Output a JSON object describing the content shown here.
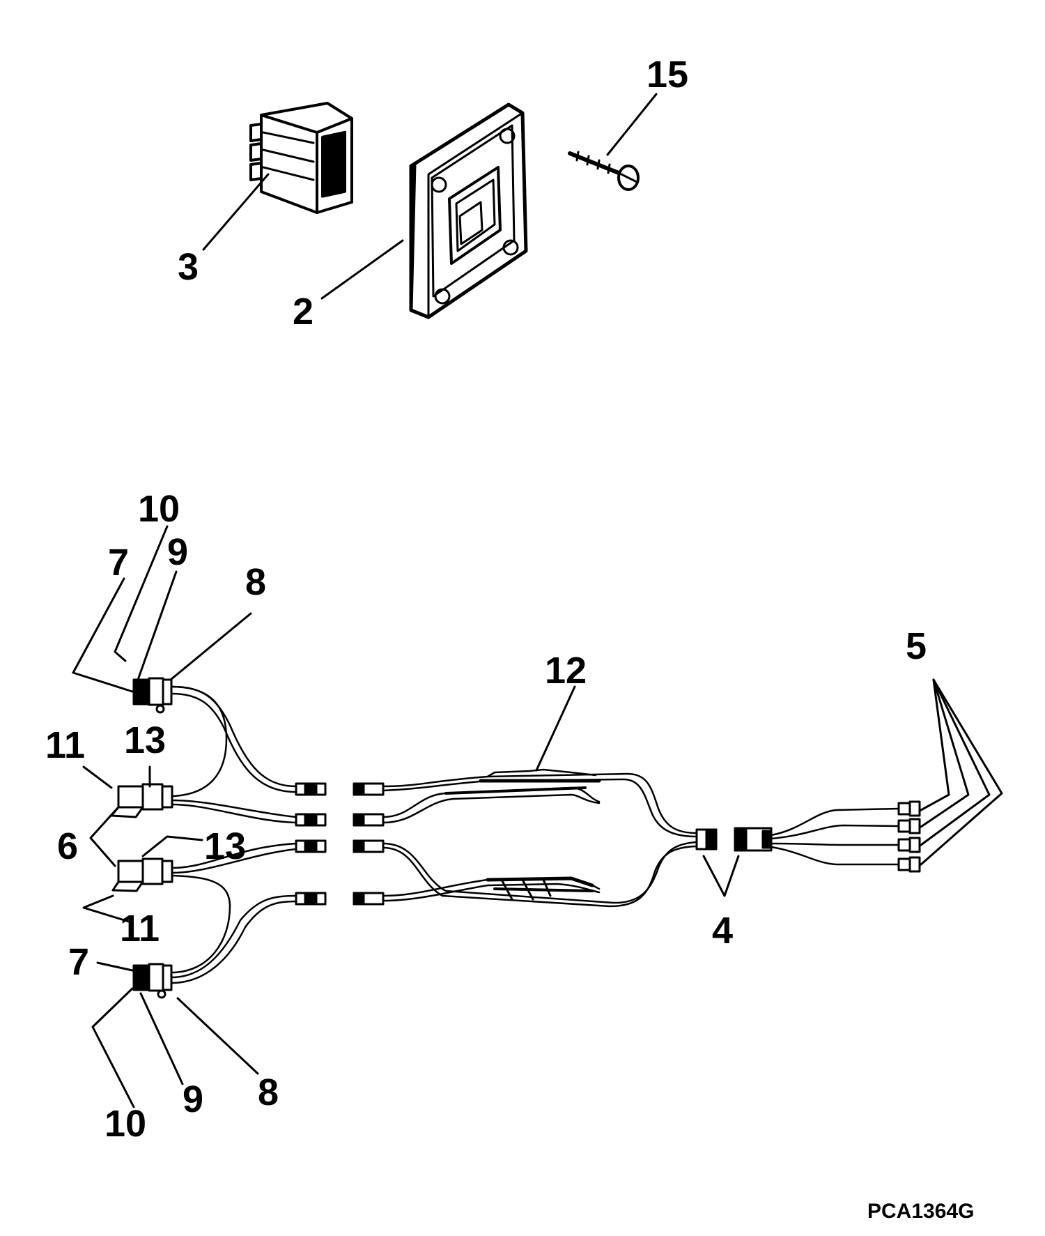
{
  "drawing_code": "PCA1364G",
  "callouts": {
    "c15": "15",
    "c3": "3",
    "c2": "2",
    "c10_top": "10",
    "c9_top": "9",
    "c7_top": "7",
    "c8_top": "8",
    "c11_upper": "11",
    "c13_upper": "13",
    "c12": "12",
    "c5": "5",
    "c6": "6",
    "c13_lower": "13",
    "c11_lower": "11",
    "c4": "4",
    "c7_bottom": "7",
    "c10_bottom": "10",
    "c9_bottom": "9",
    "c8_bottom": "8"
  },
  "colors": {
    "ink": "#000000",
    "paper": "#ffffff"
  }
}
